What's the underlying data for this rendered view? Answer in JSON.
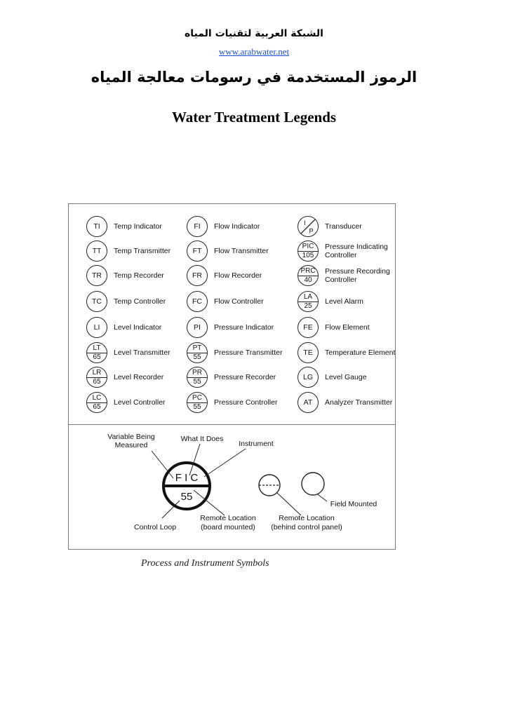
{
  "header": {
    "org_name": "الشبكة  العربية لتقنيات المياه",
    "site_link": "www.arabwater.net",
    "title_ar": "الرموز المستخدمة في رسومات معالجة المياه",
    "title_en": "Water Treatment Legends"
  },
  "legend": {
    "col1": [
      {
        "code": "TI",
        "label": "Temp Indicator"
      },
      {
        "code": "TT",
        "label": "Temp Transmitter"
      },
      {
        "code": "TR",
        "label": "Temp Recorder"
      },
      {
        "code": "TC",
        "label": "Temp Controller"
      },
      {
        "code": "LI",
        "label": "Level Indicator"
      },
      {
        "top": "LT",
        "bottom": "65",
        "label": "Level Transmitter"
      },
      {
        "top": "LR",
        "bottom": "65",
        "label": "Level Recorder"
      },
      {
        "top": "LC",
        "bottom": "65",
        "label": "Level Controller"
      }
    ],
    "col2": [
      {
        "code": "FI",
        "label": "Flow Indicator"
      },
      {
        "code": "FT",
        "label": "Flow Transmitter"
      },
      {
        "code": "FR",
        "label": "Flow Recorder"
      },
      {
        "code": "FC",
        "label": "Flow Controller"
      },
      {
        "code": "PI",
        "label": "Pressure Indicator"
      },
      {
        "top": "PT",
        "bottom": "55",
        "label": "Pressure Transmitter"
      },
      {
        "top": "PR",
        "bottom": "55",
        "label": "Pressure Recorder"
      },
      {
        "top": "PC",
        "bottom": "55",
        "label": "Pressure Controller"
      }
    ],
    "col3": [
      {
        "diag_top": "I",
        "diag_bottom": "P",
        "label": "Transducer"
      },
      {
        "top": "PIC",
        "bottom": "105",
        "label": "Pressure Indicating Controller"
      },
      {
        "top": "PRC",
        "bottom": "40",
        "label": "Pressure Recording Controller"
      },
      {
        "top": "LA",
        "bottom": "25",
        "label": "Level Alarm"
      },
      {
        "code": "FE",
        "label": "Flow Element"
      },
      {
        "code": "TE",
        "label": "Temperature Element"
      },
      {
        "code": "LG",
        "label": "Level Gauge"
      },
      {
        "code": "AT",
        "label": "Analyzer Transmitter"
      }
    ]
  },
  "diagram": {
    "main_top": "F I C",
    "main_bottom": "55",
    "labels": {
      "variable_line1": "Variable Being",
      "variable_line2": "Measured",
      "what_it_does": "What It Does",
      "instrument": "Instrument",
      "control_loop": "Control Loop",
      "remote_board_line1": "Remote Location",
      "remote_board_line2": "(board mounted)",
      "remote_panel_line1": "Remote Location",
      "remote_panel_line2": "(behind control panel)",
      "field_mounted": "Field Mounted"
    }
  },
  "caption": "Process and Instrument Symbols"
}
